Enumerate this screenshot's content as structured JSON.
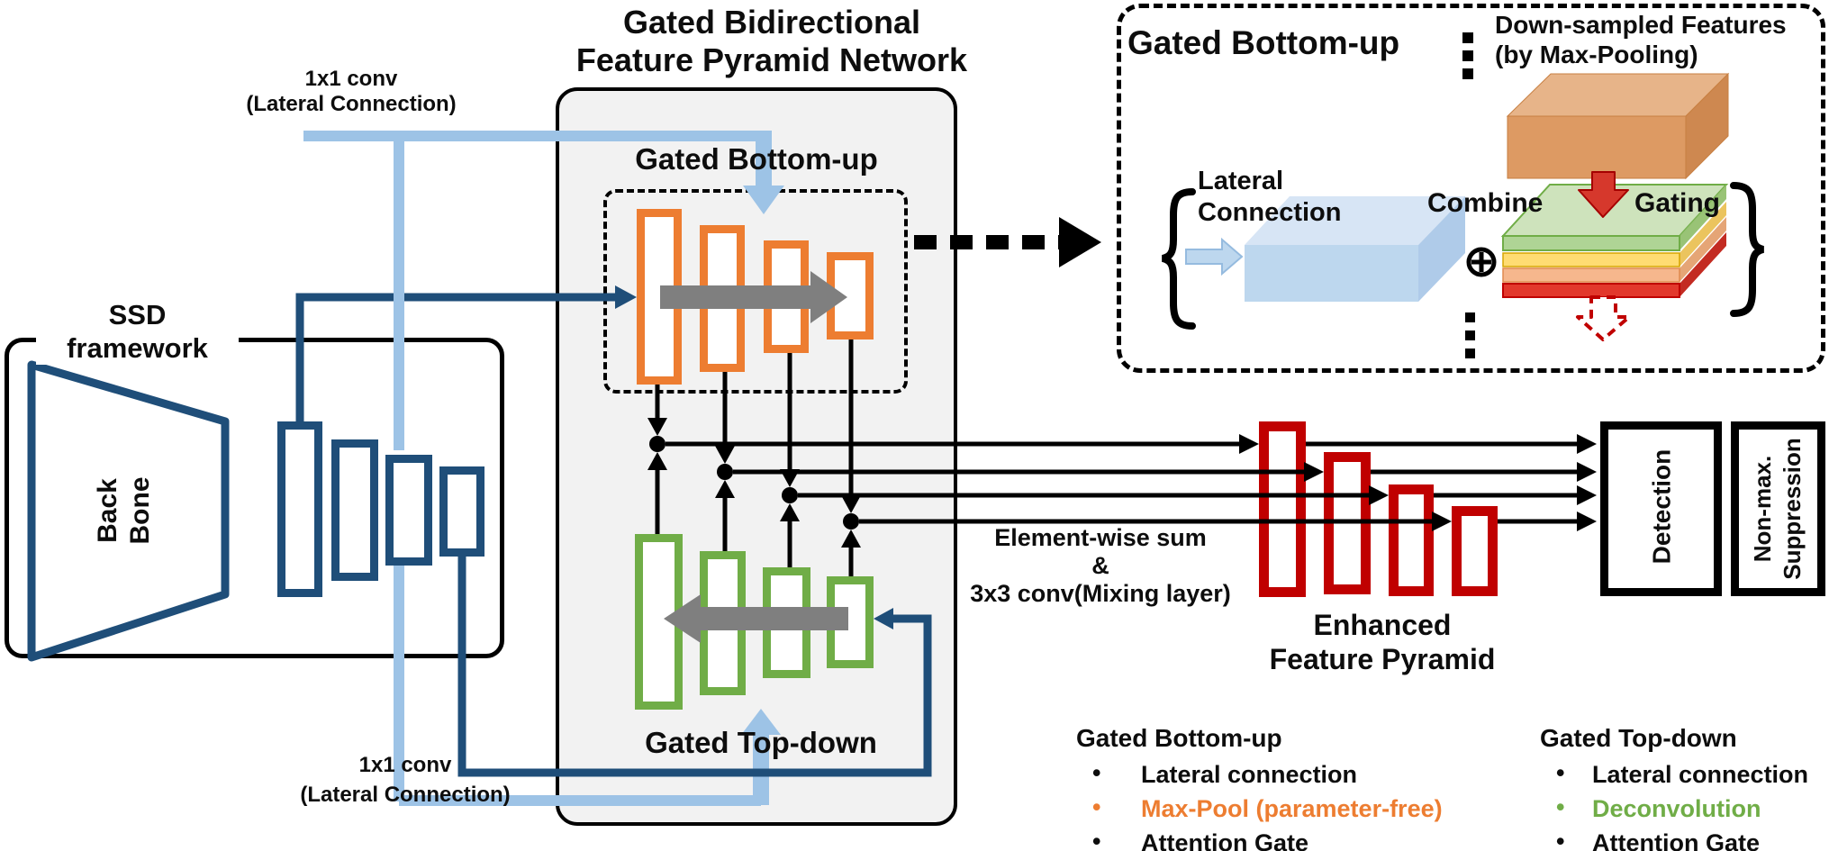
{
  "colors": {
    "dark_blue": "#1F4E79",
    "light_blue": "#9DC3E6",
    "orange": "#ED7D31",
    "green": "#70AD47",
    "red": "#C00000",
    "gray_arrow": "#7F7F7F",
    "panel_gray": "#F2F2F2"
  },
  "main_title": {
    "line1": "Gated Bidirectional",
    "line2": "Feature Pyramid Network"
  },
  "lateral_conv_top": {
    "line1": "1x1 conv",
    "line2": "(Lateral Connection)"
  },
  "lateral_conv_bottom": {
    "line1": "1x1 conv",
    "line2": "(Lateral Connection)"
  },
  "ssd": {
    "title_line1": "SSD",
    "title_line2": "framework",
    "backbone_line1": "Back",
    "backbone_line2": "Bone"
  },
  "fpn": {
    "bottom_up": "Gated Bottom-up",
    "top_down": "Gated Top-down"
  },
  "mixing": {
    "line1": "Element-wise sum",
    "line2": "&",
    "line3": "3x3 conv(Mixing layer)"
  },
  "enhanced": {
    "line1": "Enhanced",
    "line2": "Feature Pyramid"
  },
  "outputs": {
    "detection": "Detection",
    "nms_line1": "Non-max.",
    "nms_line2": "Suppression"
  },
  "inset": {
    "title": "Gated Bottom-up",
    "down_line1": "Down-sampled Features",
    "down_line2": "(by Max-Pooling)",
    "lateral_line1": "Lateral",
    "lateral_line2": "Connection",
    "combine": "Combine",
    "gating": "Gating"
  },
  "legend_bullet": "•",
  "legend_bottom_up": {
    "title": "Gated Bottom-up",
    "items": [
      {
        "label": "Lateral connection",
        "color": "#0d0d0d"
      },
      {
        "label": "Max-Pool (parameter-free)",
        "color": "#ED7D31"
      },
      {
        "label": "Attention Gate",
        "color": "#0d0d0d"
      }
    ]
  },
  "legend_top_down": {
    "title": "Gated Top-down",
    "items": [
      {
        "label": "Lateral connection",
        "color": "#0d0d0d"
      },
      {
        "label": "Deconvolution",
        "color": "#70AD47"
      },
      {
        "label": "Attention Gate",
        "color": "#0d0d0d"
      }
    ]
  }
}
